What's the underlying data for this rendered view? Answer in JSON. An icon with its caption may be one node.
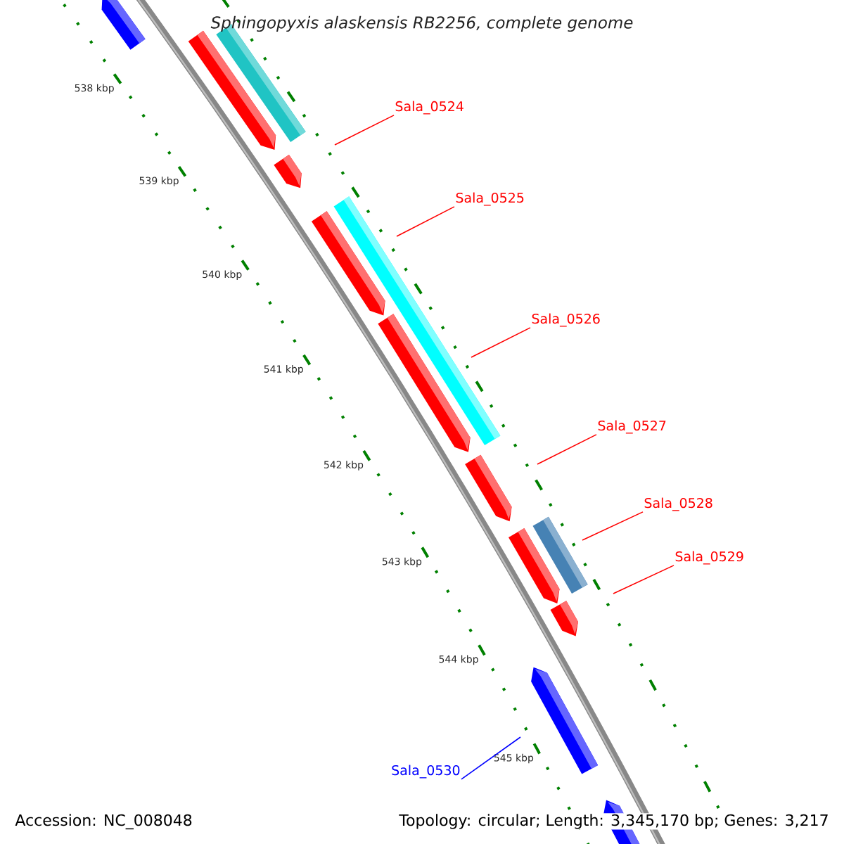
{
  "diagram": {
    "title": "Sphingopyxis alaskensis RB2256, complete genome",
    "nodes": [
      {
        "text": [
          "Sala_0524"
        ]
      },
      {
        "text": [
          "Sala_0525"
        ]
      },
      {
        "text": [
          "Sala_0526"
        ]
      },
      {
        "text": [
          "Sala_0527"
        ]
      },
      {
        "text": [
          "Sala_0528"
        ]
      },
      {
        "text": [
          "Sala_0529"
        ]
      },
      {
        "text": [
          "Sala_0530"
        ]
      }
    ],
    "edges": [
      {
        "from": 0,
        "to": null,
        "arrow": "none"
      },
      {
        "from": 1,
        "to": null,
        "arrow": "none"
      },
      {
        "from": 2,
        "to": null,
        "arrow": "none"
      },
      {
        "from": 3,
        "to": null,
        "arrow": "none"
      },
      {
        "from": 4,
        "to": null,
        "arrow": "none"
      },
      {
        "from": 5,
        "to": null,
        "arrow": "none"
      },
      {
        "from": 6,
        "to": null,
        "arrow": "none",
        "color": "#0000ff"
      }
    ],
    "labels": [
      "538 kbp",
      "539 kbp",
      "540 kbp",
      "541 kbp",
      "542 kbp",
      "543 kbp",
      "544 kbp",
      "545 kbp",
      "Accession: NC_008048",
      "Topology: circular; Length: 3,345,170 bp; Genes: 3,217"
    ]
  }
}
